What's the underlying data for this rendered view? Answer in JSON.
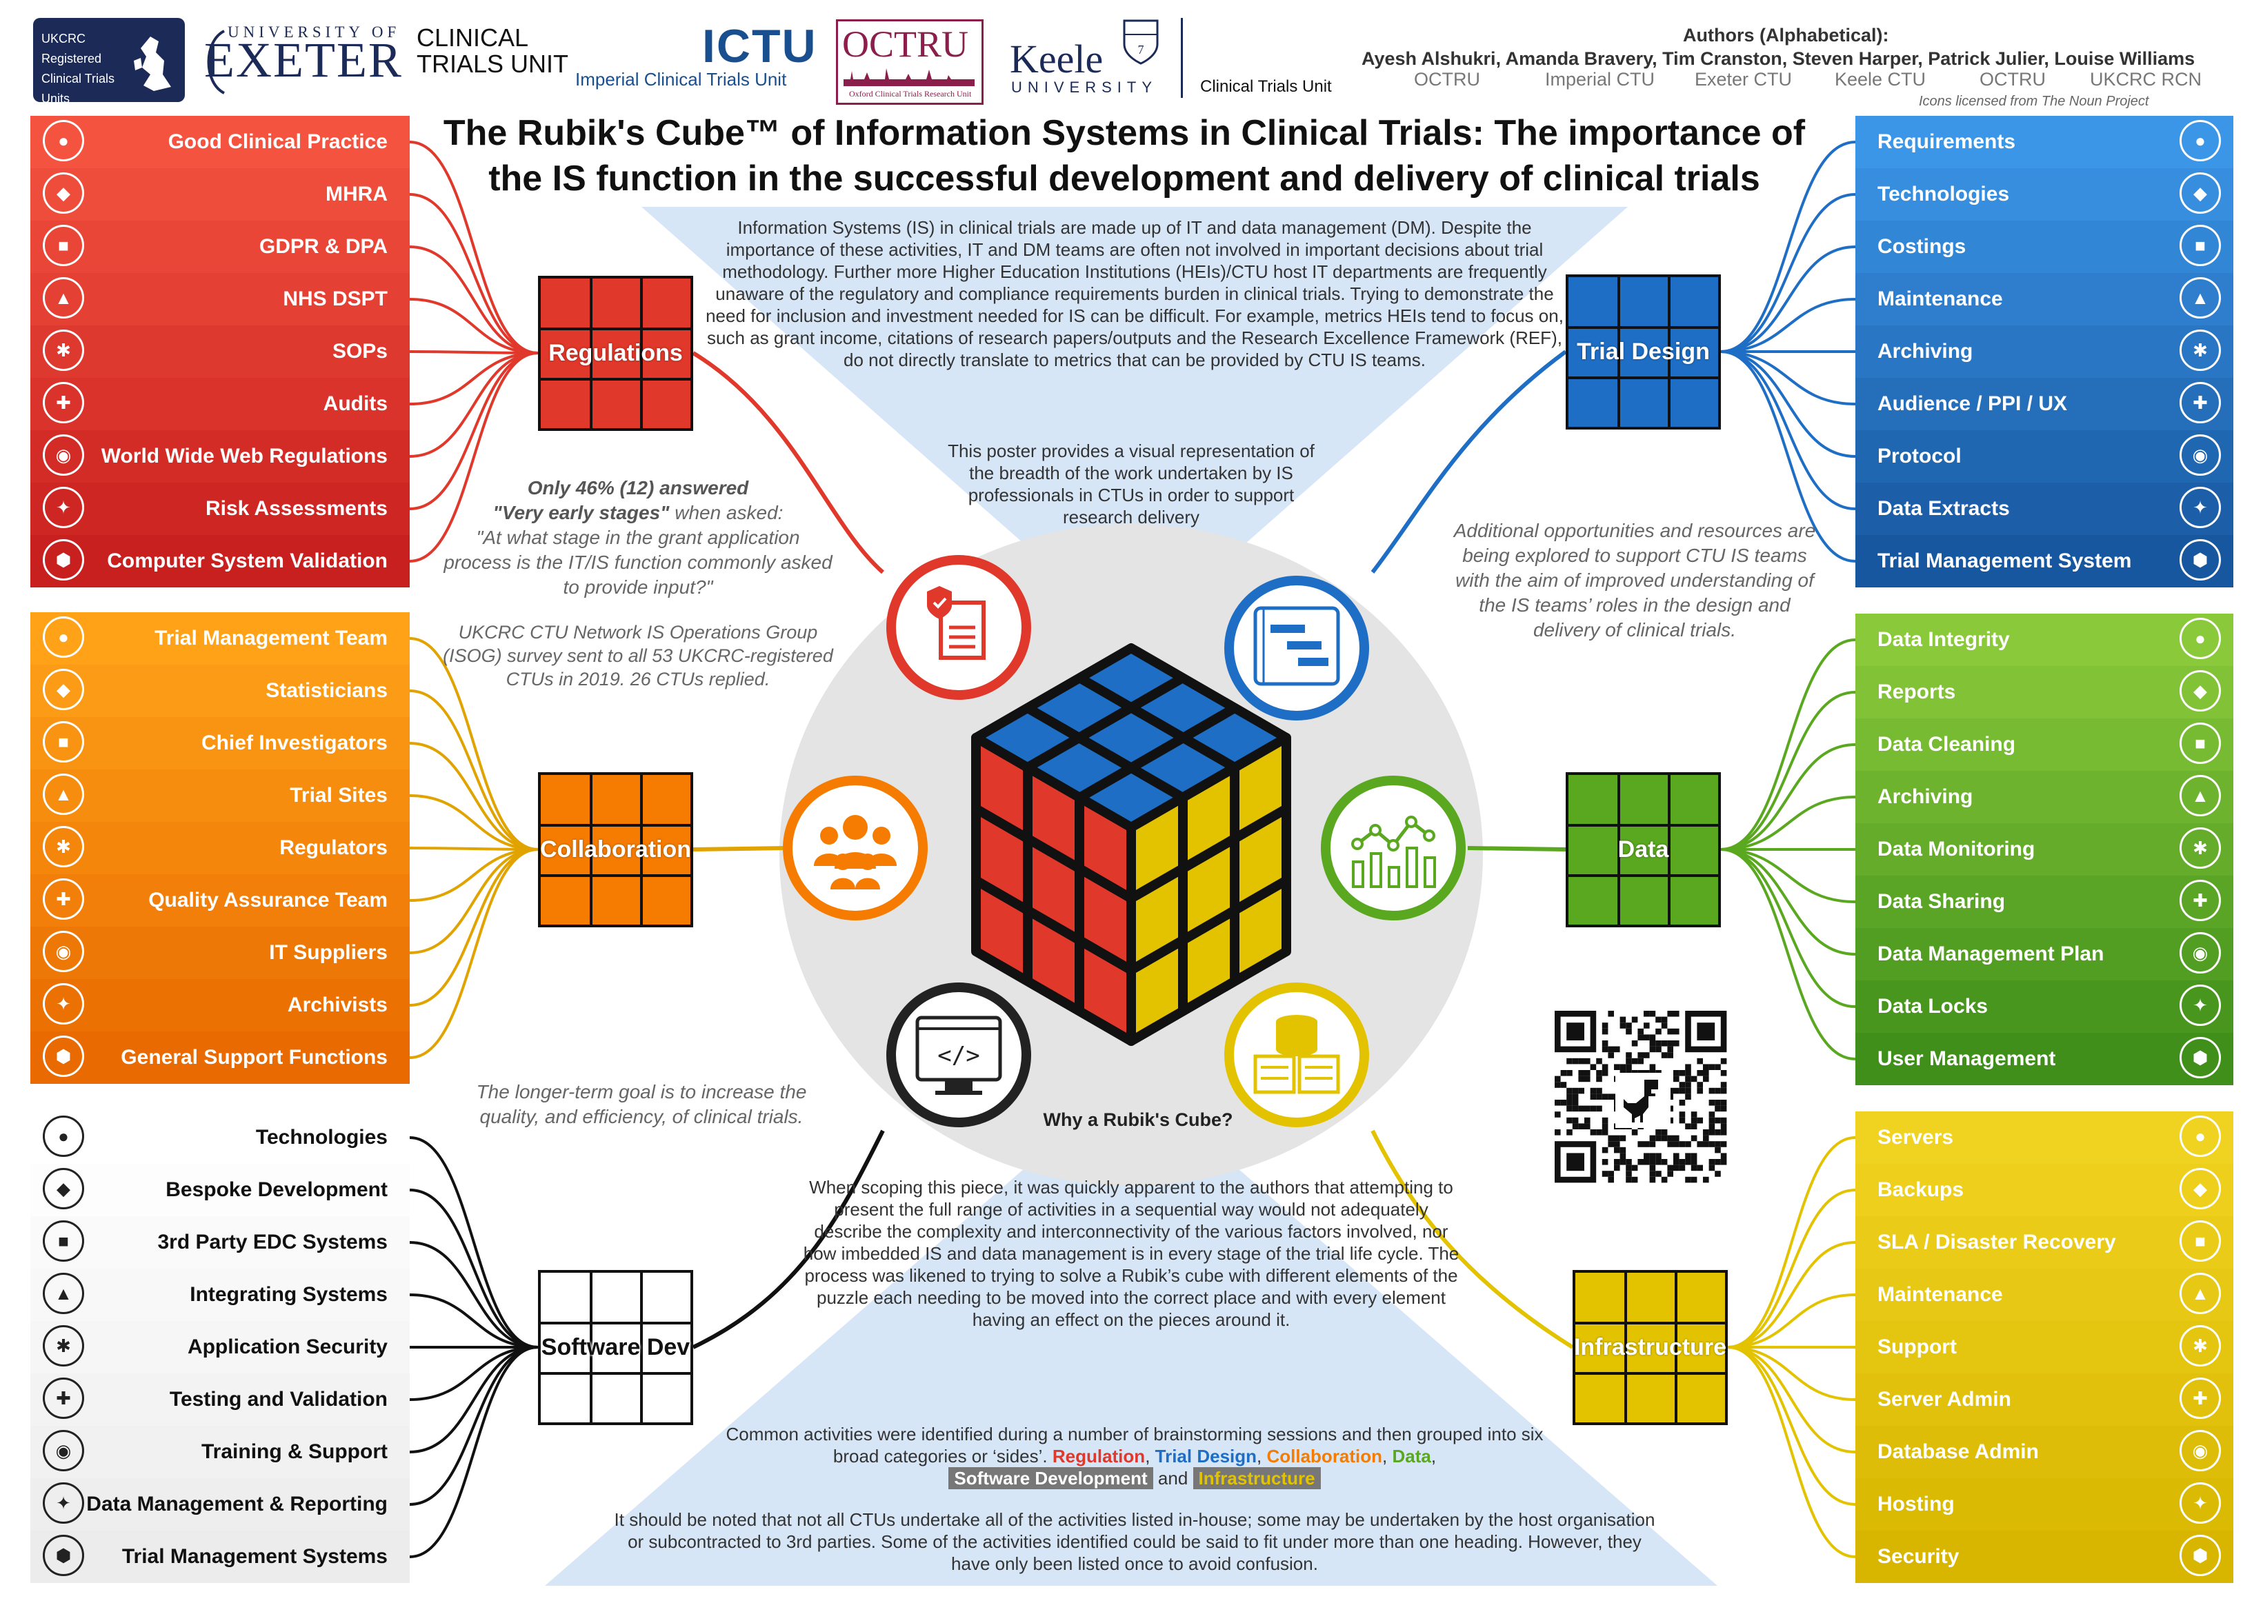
{
  "header": {
    "ukcrc_logo": "UKCRC Registered Clinical Trials Units",
    "exeter_small": "UNIVERSITY OF",
    "exeter_big": "EXETER",
    "exeter_ctu": "CLINICAL TRIALS UNIT",
    "ictu_big": "ICTU",
    "ictu_small": "Imperial Clinical Trials Unit",
    "octru_big": "OCTRU",
    "octru_small": "Oxford Clinical Trials Research Unit",
    "keele_big": "Keele",
    "keele_small": "UNIVERSITY",
    "keele_ctu": "Clinical Trials Unit",
    "authors_heading": "Authors (Alphabetical):",
    "authors": "Ayesh Alshukri, Amanda Bravery, Tim Cranston, Steven Harper, Patrick Julier, Louise Williams",
    "affiliations": [
      "OCTRU",
      "Imperial CTU",
      "Exeter CTU",
      "Keele CTU",
      "OCTRU",
      "UKCRC RCN"
    ],
    "icons_credit": "Icons licensed from The Noun Project"
  },
  "title": "The Rubik's Cube™ of Information Systems in Clinical Trials: The importance of the IS function in the successful development and delivery of clinical trials",
  "intro_text": "Information Systems (IS) in clinical trials are made up of IT and data management (DM). Despite the importance of these activities, IT and DM teams are often not involved in important decisions about trial methodology. Further more Higher Education Institutions (HEIs)/CTU host IT departments are frequently unaware of the regulatory and compliance requirements burden in clinical trials. Trying to demonstrate the need for inclusion and investment needed for IS can be difficult. For example, metrics HEIs tend to focus on, such as grant income, citations of research  papers/outputs and the Research Excellence Framework (REF), do not directly translate to metrics that can be provided by CTU IS teams.",
  "poster_text": "This poster provides a visual representation of the breadth of the work undertaken by IS professionals in CTUs in order to support research delivery",
  "survey_answer": {
    "bold1": "Only 46% (12) answered",
    "bold2": "\"Very early stages\"",
    "rest1": "when asked:",
    "quote": "\"At what stage in the grant application process is the IT/IS function commonly asked to provide input?\""
  },
  "survey_source": "UKCRC CTU Network IS Operations Group (ISOG) survey sent to all 53 UKCRC-registered CTUs in 2019. 26 CTUs replied.",
  "long_term": "The longer-term goal is to increase the quality, and efficiency, of clinical trials.",
  "additional": "Additional opportunities and resources are being explored to support CTU IS teams with the aim of improved understanding of the IS teams’ roles in the design and delivery of clinical trials.",
  "why_heading": "Why a Rubik's Cube?",
  "why_text": "When scoping this piece, it was quickly apparent to the authors that attempting to present the full range of activities in a sequential way would not adequately describe the complexity and interconnectivity of the various factors involved, nor how imbedded IS and data management is in every stage of the trial life cycle. The process was likened to trying to solve a Rubik’s cube with different elements of the puzzle each needing to be moved into the correct place and with every element having an effect on the pieces around it.",
  "common_text": "Common activities were identified during a number of brainstorming sessions and then grouped into six broad categories or ‘sides’.",
  "sides_words": {
    "regulation": "Regulation",
    "trial_design": "Trial Design",
    "collaboration": "Collaboration",
    "data": "Data",
    "software": "Software Development",
    "and": "and",
    "infrastructure": "Infrastructure"
  },
  "note_text": "It should be noted that not all CTUs undertake all of the activities listed in-house; some may be undertaken by the host organisation or subcontracted to 3rd parties.  Some of the activities identified could be said to fit under more than one heading. However, they have only been listed once to avoid confusion.",
  "categories": {
    "regulations": "Regulations",
    "trial_design": "Trial Design",
    "collaboration": "Collaboration",
    "data": "Data",
    "software_dev": "Software Dev",
    "infrastructure": "Infrastructure"
  },
  "colors": {
    "red": "#e0382a",
    "blue": "#1e6ec5",
    "orange": "#f57c00",
    "green": "#5aa820",
    "yellow": "#e3c300",
    "dark": "#222222"
  },
  "regulations_items": [
    {
      "label": "Good Clinical Practice",
      "icon": "dollar-shield-icon"
    },
    {
      "label": "MHRA",
      "icon": "scales-icon"
    },
    {
      "label": "GDPR & DPA",
      "icon": "document-lock-icon"
    },
    {
      "label": "NHS DSPT",
      "icon": "toolkit-icon"
    },
    {
      "label": "SOPs",
      "icon": "book-icon"
    },
    {
      "label": "Audits",
      "icon": "clipboard-icon"
    },
    {
      "label": "World Wide Web Regulations",
      "icon": "www-icon"
    },
    {
      "label": "Risk Assessments",
      "icon": "warning-search-icon"
    },
    {
      "label": "Computer System Validation",
      "icon": "monitor-check-icon"
    }
  ],
  "collaboration_items": [
    {
      "label": "Trial Management Team",
      "icon": "team-icon"
    },
    {
      "label": "Statisticians",
      "icon": "statistician-icon"
    },
    {
      "label": "Chief Investigators",
      "icon": "network-people-icon"
    },
    {
      "label": "Trial Sites",
      "icon": "building-icon"
    },
    {
      "label": "Regulators",
      "icon": "regulator-icon"
    },
    {
      "label": "Quality Assurance Team",
      "icon": "qa-badge-icon"
    },
    {
      "label": "IT Suppliers",
      "icon": "it-person-icon"
    },
    {
      "label": "Archivists",
      "icon": "archivist-icon"
    },
    {
      "label": "General Support Functions",
      "icon": "support-person-icon"
    }
  ],
  "software_items": [
    {
      "label": "Technologies",
      "icon": "tech-icon"
    },
    {
      "label": "Bespoke Development",
      "icon": "code-window-icon"
    },
    {
      "label": "3rd Party EDC Systems",
      "icon": "edc-icon"
    },
    {
      "label": "Integrating Systems",
      "icon": "integration-icon"
    },
    {
      "label": "Application Security",
      "icon": "shield-lock-icon"
    },
    {
      "label": "Testing and Validation",
      "icon": "testing-icon"
    },
    {
      "label": "Training & Support",
      "icon": "training-head-icon"
    },
    {
      "label": "Data Management & Reporting",
      "icon": "report-chart-icon"
    },
    {
      "label": "Trial Management Systems",
      "icon": "tms-icon"
    }
  ],
  "trial_design_items": [
    {
      "label": "Requirements",
      "icon": "checklist-icon"
    },
    {
      "label": "Technologies",
      "icon": "tech-gear-icon"
    },
    {
      "label": "Costings",
      "icon": "coins-icon"
    },
    {
      "label": "Maintenance",
      "icon": "gear-icon"
    },
    {
      "label": "Archiving",
      "icon": "archive-box-icon"
    },
    {
      "label": "Audience / PPI / UX",
      "icon": "audience-icon"
    },
    {
      "label": "Protocol",
      "icon": "protocol-doc-icon"
    },
    {
      "label": "Data Extracts",
      "icon": "database-download-icon"
    },
    {
      "label": "Trial Management System",
      "icon": "tms-person-icon"
    }
  ],
  "data_items": [
    {
      "label": "Data Integrity",
      "icon": "database-check-icon"
    },
    {
      "label": "Reports",
      "icon": "report-icon"
    },
    {
      "label": "Data Cleaning",
      "icon": "database-brush-icon"
    },
    {
      "label": "Archiving",
      "icon": "archive-box-icon"
    },
    {
      "label": "Data Monitoring",
      "icon": "bar-chart-eye-icon"
    },
    {
      "label": "Data Sharing",
      "icon": "share-doc-icon"
    },
    {
      "label": "Data Management Plan",
      "icon": "plan-gear-icon"
    },
    {
      "label": "Data Locks",
      "icon": "database-lock-icon"
    },
    {
      "label": "User Management",
      "icon": "user-icon"
    }
  ],
  "infrastructure_items": [
    {
      "label": "Servers",
      "icon": "server-rack-icon"
    },
    {
      "label": "Backups",
      "icon": "backup-icon"
    },
    {
      "label": "SLA / Disaster Recovery",
      "icon": "disaster-recovery-icon"
    },
    {
      "label": "Maintenance",
      "icon": "wrench-gear-icon"
    },
    {
      "label": "Support",
      "icon": "headset-icon"
    },
    {
      "label": "Server Admin",
      "icon": "server-admin-icon"
    },
    {
      "label": "Database Admin",
      "icon": "database-admin-icon"
    },
    {
      "label": "Hosting",
      "icon": "cloud-server-icon"
    },
    {
      "label": "Security",
      "icon": "security-shield-icon"
    }
  ]
}
